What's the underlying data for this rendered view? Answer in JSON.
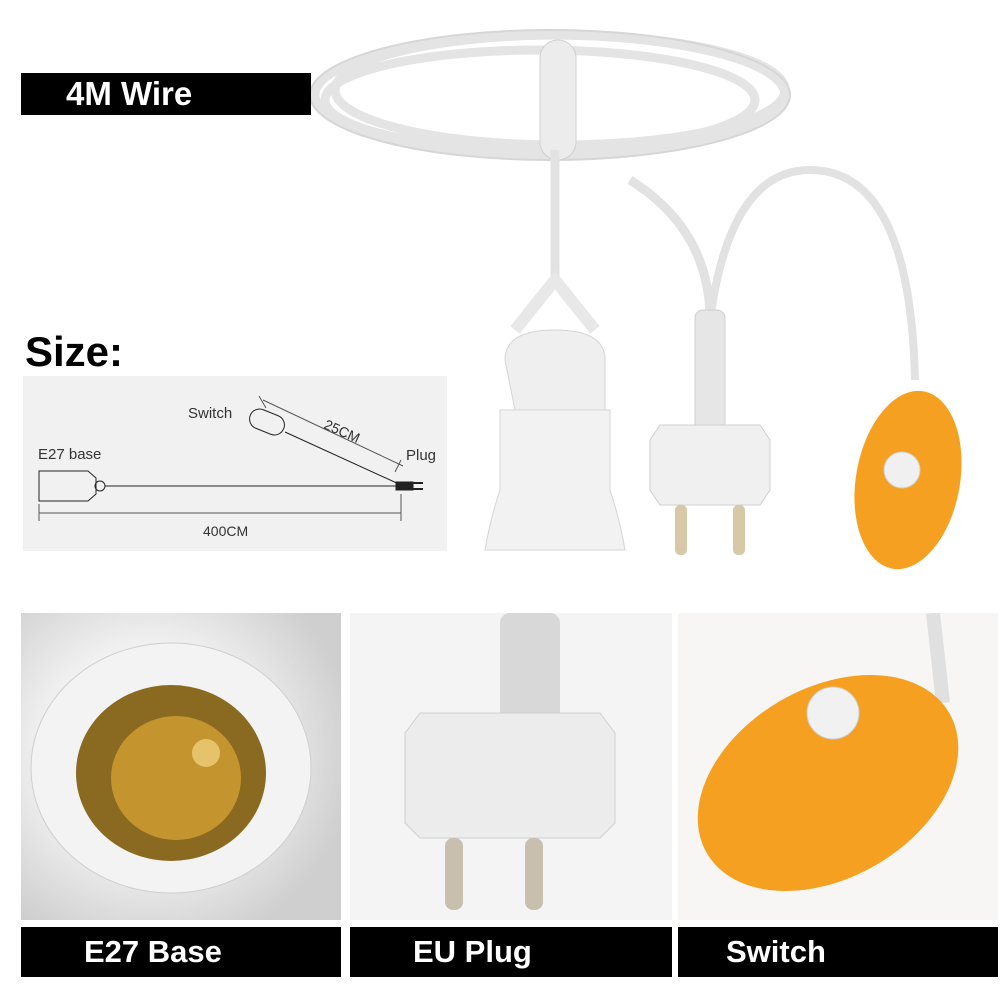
{
  "header": {
    "title": "4M Wire"
  },
  "size": {
    "title": "Size:",
    "diagram": {
      "switch_label": "Switch",
      "switch_length": "25CM",
      "base_label": "E27 base",
      "plug_label": "Plug",
      "total_length": "400CM"
    }
  },
  "panels": [
    {
      "caption": "E27 Base"
    },
    {
      "caption": "EU Plug"
    },
    {
      "caption": "Switch"
    }
  ],
  "colors": {
    "switch_orange": "#f5a020",
    "label_bg": "#000000",
    "label_text": "#ffffff"
  }
}
